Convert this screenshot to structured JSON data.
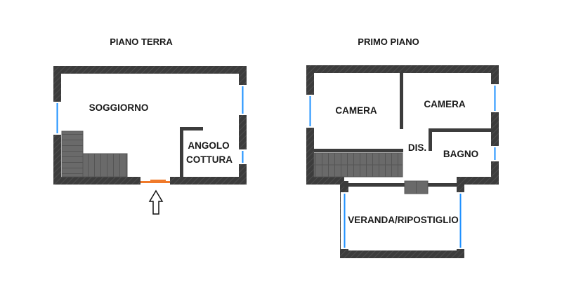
{
  "ground_floor": {
    "title": "PIANO TERRA",
    "rooms": [
      "SOGGIORNO",
      "ANGOLO",
      "COTTURA"
    ],
    "entrance_icon": "up-arrow-icon"
  },
  "first_floor": {
    "title": "PRIMO PIANO",
    "rooms": [
      "CAMERA",
      "CAMERA",
      "DIS.",
      "BAGNO",
      "VERANDA/RIPOSTIGLIO"
    ]
  },
  "colors": {
    "wall": "#404040",
    "window": "#1e90ff",
    "door": "#f07a2a",
    "stairs": "#6a6a6a"
  }
}
